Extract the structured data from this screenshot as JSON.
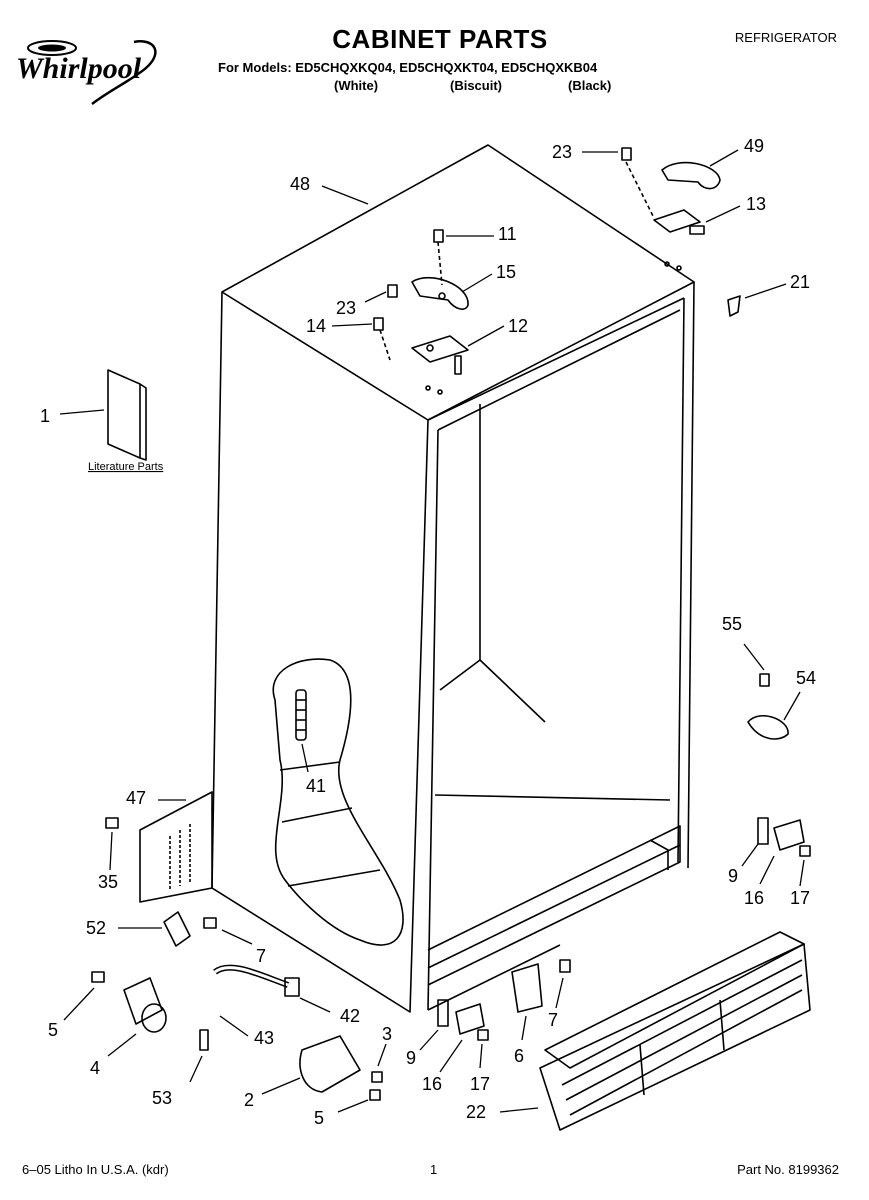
{
  "header": {
    "brand": "Whirlpool",
    "title": "CABINET PARTS",
    "category": "REFRIGERATOR",
    "models_line": "For Models: ED5CHQXKQ04, ED5CHQXKT04, ED5CHQXKB04",
    "colors": [
      "(White)",
      "(Biscuit)",
      "(Black)"
    ]
  },
  "diagram": {
    "literature_label": "Literature Parts",
    "callouts": [
      "1",
      "48",
      "23",
      "49",
      "13",
      "11",
      "15",
      "23",
      "14",
      "12",
      "21",
      "55",
      "54",
      "41",
      "47",
      "35",
      "52",
      "7",
      "5",
      "4",
      "43",
      "42",
      "53",
      "2",
      "3",
      "5",
      "9",
      "16",
      "17",
      "6",
      "7",
      "9",
      "16",
      "17",
      "22"
    ]
  },
  "footer": {
    "left": "6–05 Litho In U.S.A. (kdr)",
    "page": "1",
    "part_no": "Part No. 8199362"
  }
}
